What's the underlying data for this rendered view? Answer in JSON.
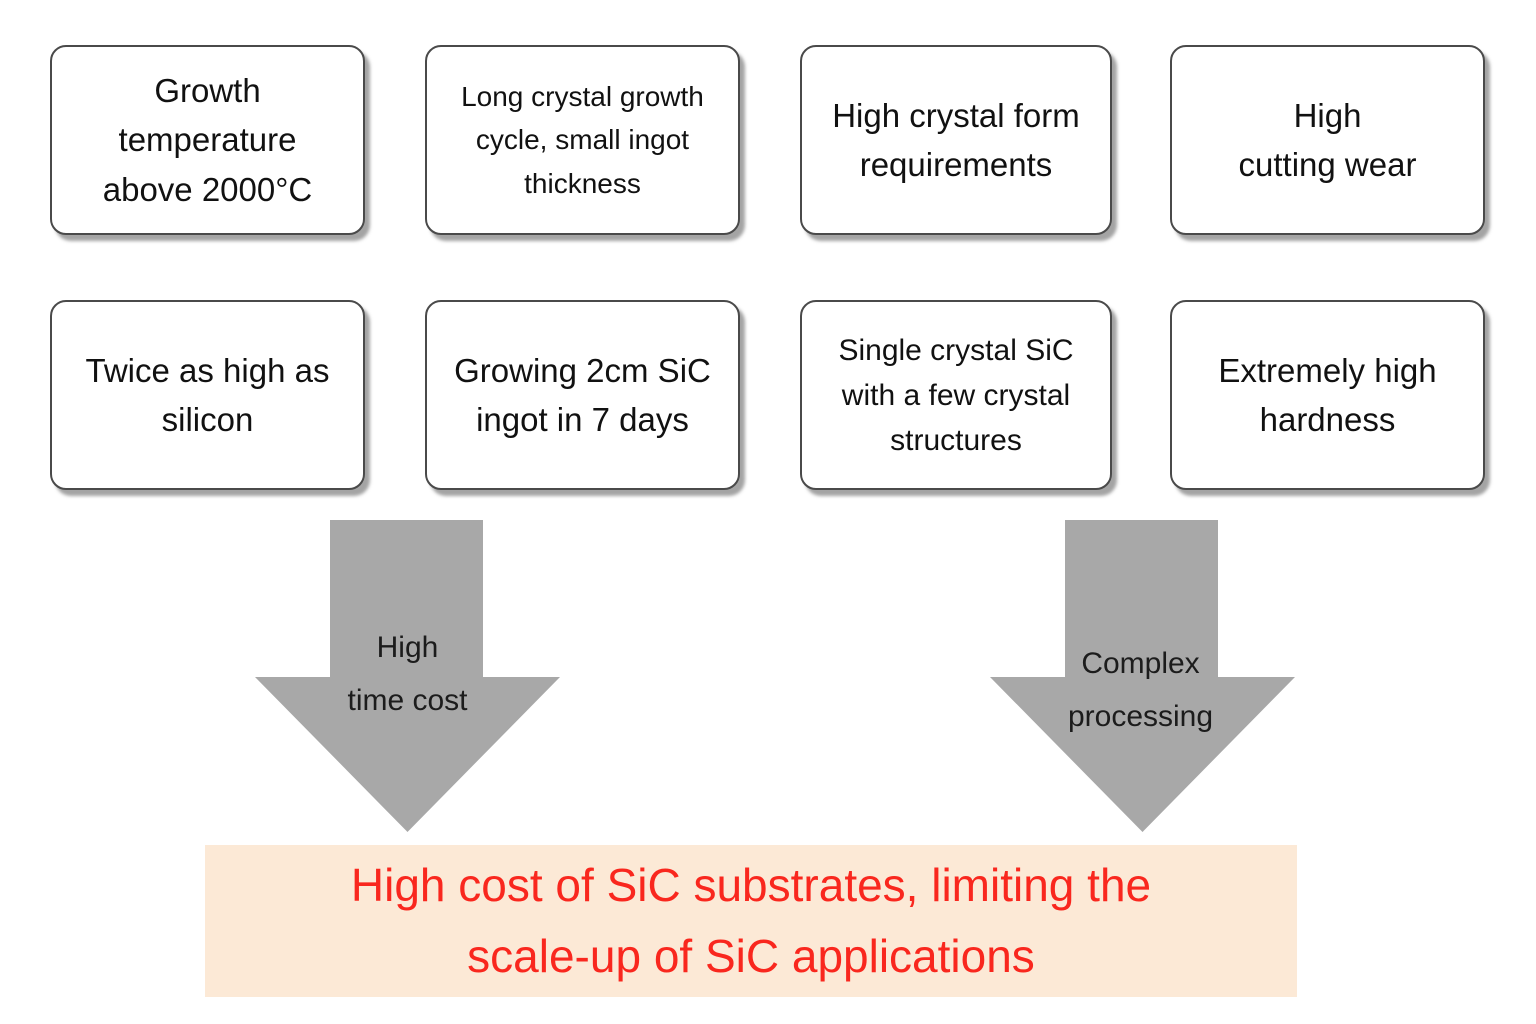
{
  "diagram": {
    "title_semantic": "SiC substrate cost factors diagram",
    "boxes": [
      {
        "id": "growth-temperature",
        "text": "Growth\ntemperature\nabove 2000°C"
      },
      {
        "id": "long-growth-cycle",
        "text": "Long crystal growth\ncycle, small ingot\nthickness"
      },
      {
        "id": "crystal-form-requirements",
        "text": "High crystal form\nrequirements"
      },
      {
        "id": "cutting-wear",
        "text": "High\ncutting wear"
      },
      {
        "id": "twice-as-silicon",
        "text": "Twice as high as\nsilicon"
      },
      {
        "id": "growing-2cm-ingot",
        "text": "Growing 2cm SiC\ningot in 7 days"
      },
      {
        "id": "single-crystal-structures",
        "text": "Single crystal SiC\nwith a few crystal\nstructures"
      },
      {
        "id": "extreme-hardness",
        "text": "Extremely high\nhardness"
      }
    ],
    "arrows": [
      {
        "id": "high-time-cost",
        "label": "High\ntime cost"
      },
      {
        "id": "complex-processing",
        "label": "Complex\nprocessing"
      }
    ],
    "conclusion": {
      "text": "High cost of SiC substrates, limiting the\nscale-up of SiC applications"
    },
    "colors": {
      "arrow_fill": "#a8a8a8",
      "box_border": "#4a4a4a",
      "banner_background": "#fce9d6",
      "banner_text": "#f9271e"
    }
  }
}
